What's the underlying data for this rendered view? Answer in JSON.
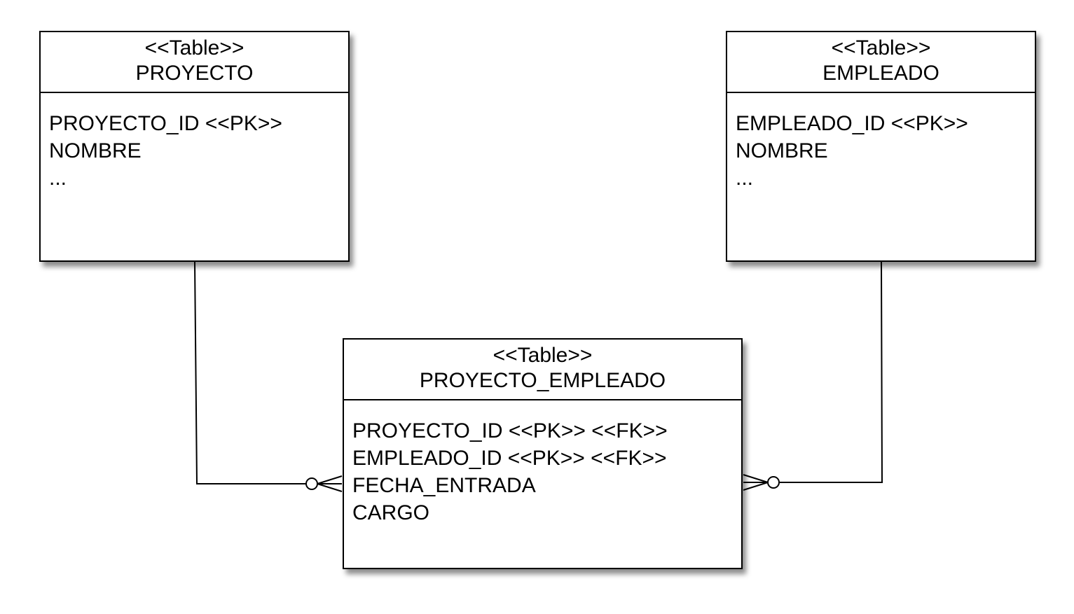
{
  "tables": {
    "proyecto": {
      "stereotype": "<<Table>>",
      "name": "PROYECTO",
      "fields": [
        "PROYECTO_ID <<PK>>",
        "NOMBRE",
        "..."
      ]
    },
    "empleado": {
      "stereotype": "<<Table>>",
      "name": "EMPLEADO",
      "fields": [
        "EMPLEADO_ID <<PK>>",
        "NOMBRE",
        "..."
      ]
    },
    "proyecto_empleado": {
      "stereotype": "<<Table>>",
      "name": "PROYECTO_EMPLEADO",
      "fields": [
        "PROYECTO_ID <<PK>> <<FK>>",
        "EMPLEADO_ID <<PK>> <<FK>>",
        "FECHA_ENTRADA",
        "CARGO"
      ]
    }
  },
  "relationships": [
    {
      "from": "PROYECTO",
      "to": "PROYECTO_EMPLEADO",
      "cardinality": "zero-or-many"
    },
    {
      "from": "EMPLEADO",
      "to": "PROYECTO_EMPLEADO",
      "cardinality": "zero-or-many"
    }
  ],
  "colors": {
    "line": "#000000",
    "background": "#ffffff"
  }
}
